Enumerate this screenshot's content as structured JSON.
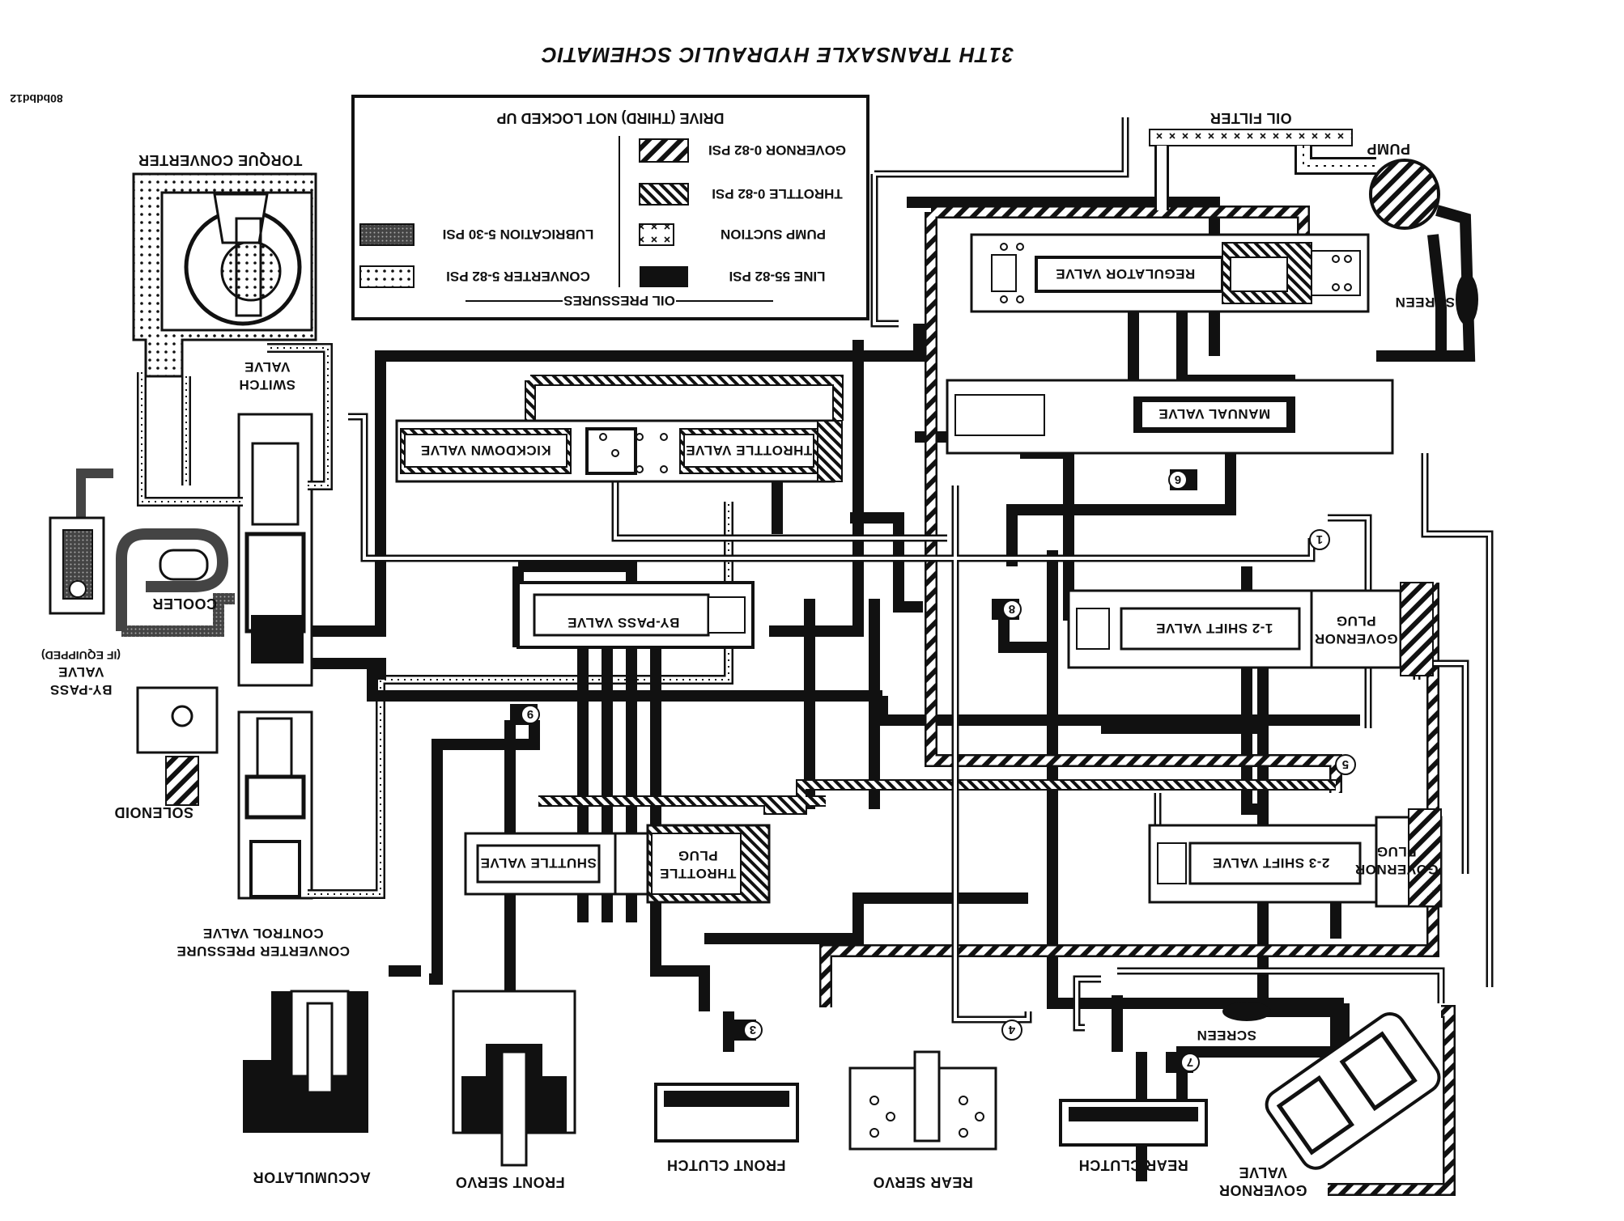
{
  "title": "31TH TRANSAXLE HYDRAULIC SCHEMATIC",
  "image_code": "80bdbd12",
  "legend": {
    "heading": "DRIVE (THIRD) NOT LOCKED UP",
    "section_title": "OIL PRESSURES",
    "items": [
      {
        "label": "GOVERNOR",
        "range": "0-82 PSI",
        "pattern": "hatch-wide"
      },
      {
        "label": "THROTTLE",
        "range": "0-82 PSI",
        "pattern": "hatch-fine"
      },
      {
        "label": "PUMP SUCTION",
        "range": "",
        "pattern": "suction"
      },
      {
        "label": "LINE",
        "range": "55-82 PSI",
        "pattern": "line"
      },
      {
        "label": "LUBRICATION",
        "range": "5-30 PSI",
        "pattern": "lube"
      },
      {
        "label": "CONVERTER",
        "range": "5-82 PSI",
        "pattern": "converter"
      }
    ]
  },
  "components": {
    "torque_converter": "TORQUE CONVERTER",
    "switch_valve": [
      "SWITCH",
      "VALVE"
    ],
    "cooler": "COOLER",
    "bypass_valve_left": [
      "BY-PASS",
      "VALVE",
      "(IF EQUIPPED)"
    ],
    "solenoid": "SOLENOID",
    "converter_pressure_control_valve": [
      "CONVERTER PRESSURE",
      "CONTROL VALVE"
    ],
    "kickdown_valve": "KICKDOWN VALVE",
    "throttle_valve": "THROTTLE VALVE",
    "bypass_valve_center": "BY-PASS VALVE",
    "shuttle_valve": "SHUTTLE VALVE",
    "throttle_plug": [
      "THROTTLE",
      "PLUG"
    ],
    "oil_filter": "OIL FILTER",
    "pump": "PUMP",
    "screen_top": "SCREEN",
    "regulator_valve": "REGULATOR VALVE",
    "manual_valve": "MANUAL VALVE",
    "shift_12_valve": "1-2 SHIFT VALVE",
    "governor_plug_1": [
      "GOVERNOR",
      "PLUG"
    ],
    "shift_23_valve": "2-3 SHIFT VALVE",
    "governor_plug_2": [
      "GOVERNOR",
      "PLUG"
    ],
    "screen_bottom": "SCREEN",
    "accumulator": "ACCUMULATOR",
    "front_servo": "FRONT SERVO",
    "front_clutch": "FRONT CLUTCH",
    "rear_servo": "REAR SERVO",
    "rear_clutch": "REAR CLUTCH",
    "governor_valve": [
      "GOVERNOR",
      "VALVE"
    ]
  },
  "circuit_numbers": [
    "1",
    "3",
    "4",
    "5",
    "6",
    "7",
    "8",
    "9"
  ],
  "colors": {
    "ink": "#111111",
    "paper": "#ffffff",
    "lube_fill": "#555555"
  }
}
